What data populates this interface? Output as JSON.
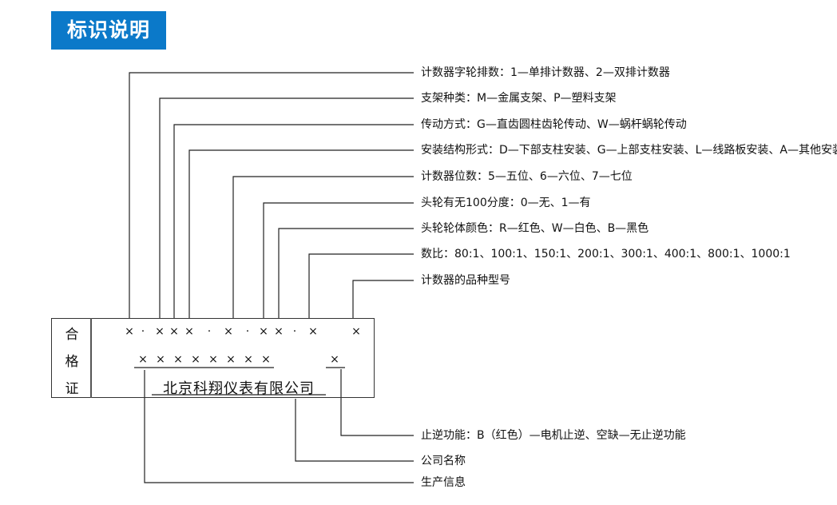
{
  "header": {
    "title": "标识说明",
    "color": "#0b79c9"
  },
  "labels": [
    "计数器字轮排数：1—单排计数器、2—双排计数器",
    "支架种类：M—金属支架、P—塑料支架",
    "传动方式：G—直齿圆柱齿轮传动、W—蜗杆蜗轮传动",
    "安装结构形式：D—下部支柱安装、G—上部支柱安装、L—线路板安装、A—其他安装",
    "计数器位数：5—五位、6—六位、7—七位",
    "头轮有无100分度：0—无、1—有",
    "头轮轮体颜色：R—红色、W—白色、B—黑色",
    "数比：80:1、100:1、150:1、200:1、300:1、400:1、800:1、1000:1",
    "计数器的品种型号"
  ],
  "bottom_labels": [
    "止逆功能：B（红色）—电机止逆、空缺—无止逆功能",
    "公司名称",
    "生产信息"
  ],
  "certificate": {
    "title_chars": [
      "合",
      "格",
      "证"
    ],
    "code_row": [
      "×",
      "·",
      "×",
      "×",
      "×",
      "·",
      "×",
      "·",
      "×",
      "×",
      "·",
      "×",
      "×"
    ],
    "production_row": [
      "×",
      "×",
      "×",
      "×",
      "×",
      "×",
      "×",
      "×"
    ],
    "reverse_mark": "×",
    "company": "北京科翔仪表有限公司"
  }
}
